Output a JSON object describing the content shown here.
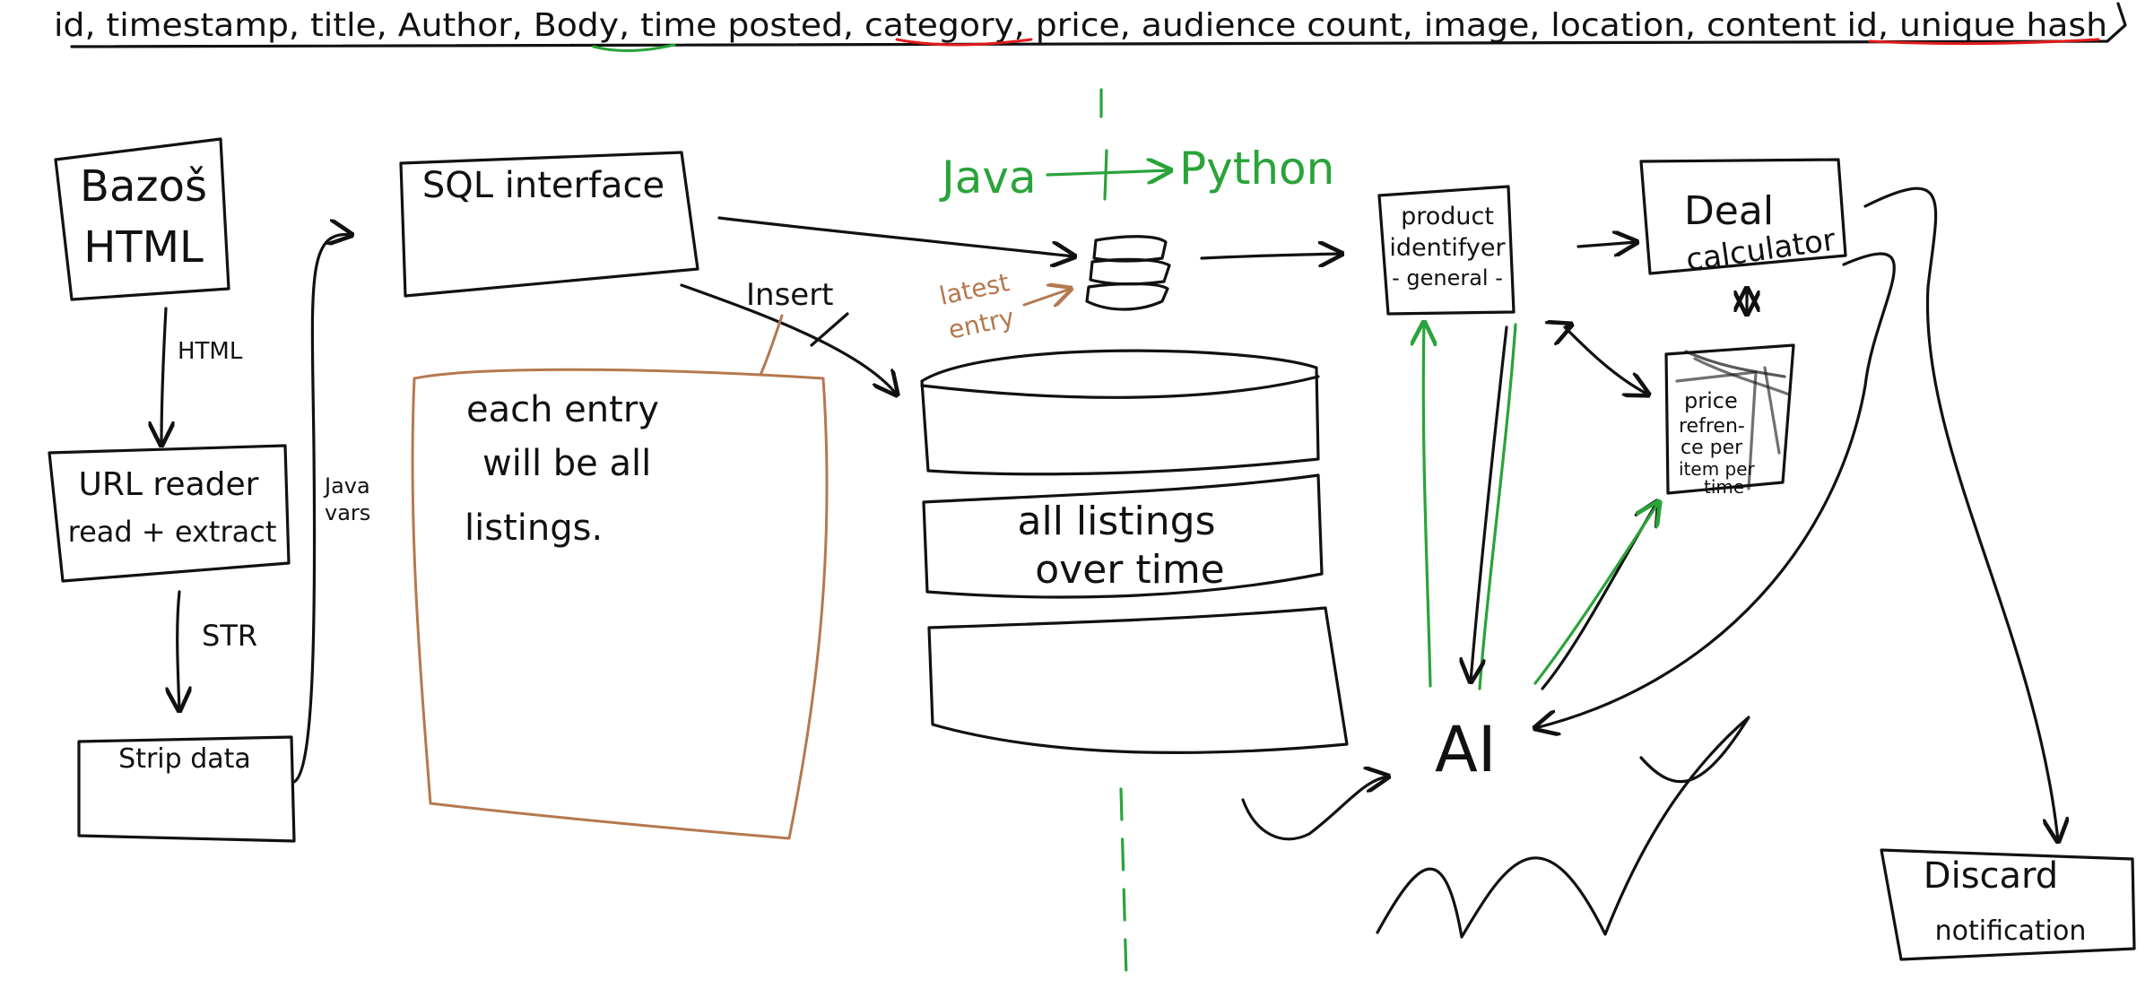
{
  "header": {
    "schema_line": "id, timestamp, title, Author, Body, time posted, category, price, audience count, image, location, content id, unique hash"
  },
  "nodes": {
    "bazos": {
      "line1": "Bazoš",
      "line2": "HTML"
    },
    "url_reader": {
      "line1": "URL reader",
      "line2": "read + extract"
    },
    "strip_data": {
      "label": "Strip data"
    },
    "sql_interface": {
      "label": "SQL interface"
    },
    "note_box": {
      "line1": "each entry",
      "line2": "will be all",
      "line3": "listings."
    },
    "database": {
      "line1": "all listings",
      "line2": "over time"
    },
    "product_identifier": {
      "line1": "product",
      "line2": "identifyer",
      "line3": "- general -"
    },
    "deal_calculator": {
      "line1": "Deal",
      "line2": "calculator"
    },
    "price_reference": {
      "line1": "price",
      "line2": "refren-",
      "line3": "ce per",
      "line4": "item per",
      "line5": "time"
    },
    "ai": {
      "label": "AI"
    },
    "discard": {
      "line1": "Discard",
      "line2": "notification"
    }
  },
  "edge_labels": {
    "html": "HTML",
    "str": "STR",
    "java_vars_1": "Java",
    "java_vars_2": "vars",
    "insert": "Insert",
    "latest_entry_1": "latest",
    "latest_entry_2": "entry"
  },
  "boundary": {
    "left": "Java",
    "right": "Python"
  },
  "colors": {
    "ink": "#111111",
    "green": "#2aa33a",
    "brown": "#b5784f",
    "red": "#e21b1b"
  }
}
